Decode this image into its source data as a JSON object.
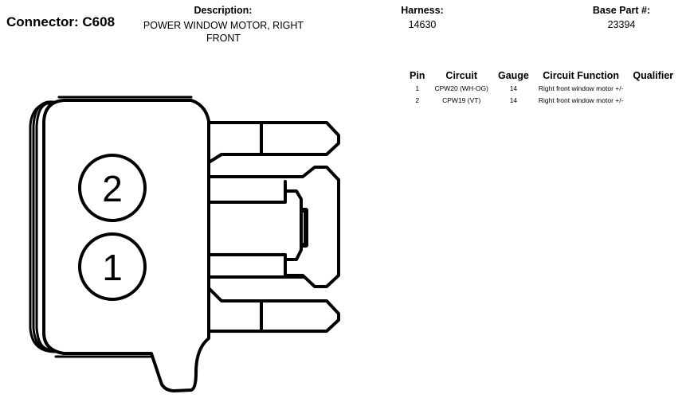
{
  "header": {
    "connector": "Connector: C608",
    "description_label": "Description:",
    "description_value": "POWER WINDOW MOTOR, RIGHT FRONT",
    "harness_label": "Harness:",
    "harness_value": "14630",
    "base_part_label": "Base Part #:",
    "base_part_value": "23394"
  },
  "pin_table": {
    "columns": [
      "Pin",
      "Circuit",
      "Gauge",
      "Circuit Function",
      "Qualifier"
    ],
    "rows": [
      {
        "pin": "1",
        "circuit": "CPW20 (WH-OG)",
        "gauge": "14",
        "function": "Right front window motor +/-",
        "qualifier": ""
      },
      {
        "pin": "2",
        "circuit": "CPW19 (VT)",
        "gauge": "14",
        "function": "Right front window motor +/-",
        "qualifier": ""
      }
    ]
  },
  "diagram": {
    "pin_labels": [
      "2",
      "1"
    ]
  }
}
